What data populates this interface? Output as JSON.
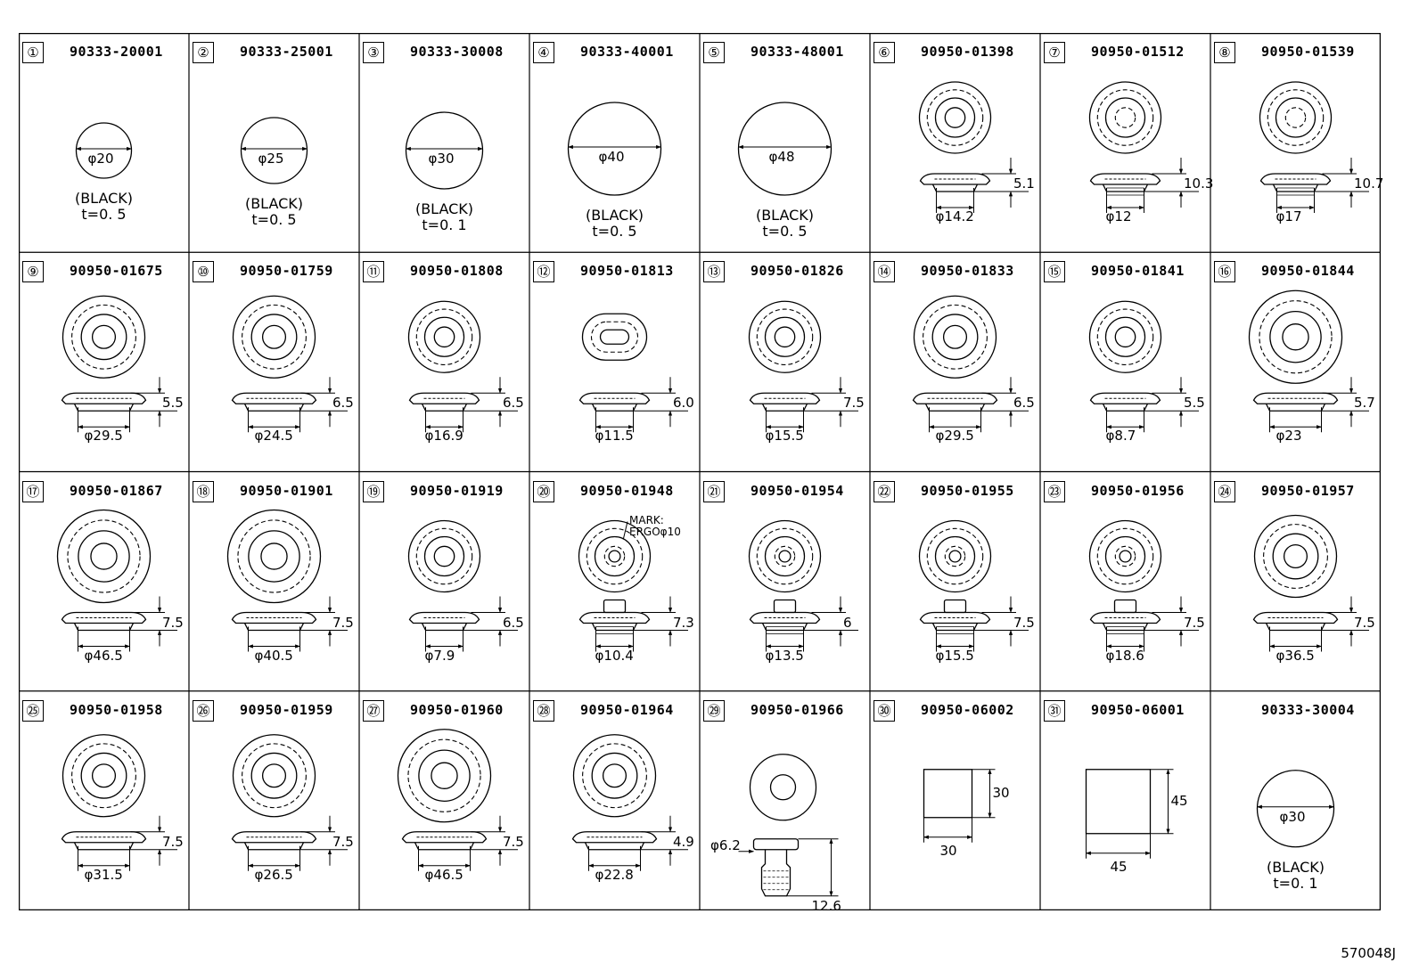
{
  "document_id": "570048J",
  "parts": [
    {
      "no": "①",
      "part": "90333-20001",
      "shape": "flat-disc",
      "diameter": "φ20",
      "note": [
        "(BLACK)",
        "t=0. 5"
      ]
    },
    {
      "no": "②",
      "part": "90333-25001",
      "shape": "flat-disc",
      "diameter": "φ25",
      "note": [
        "(BLACK)",
        "t=0. 5"
      ]
    },
    {
      "no": "③",
      "part": "90333-30008",
      "shape": "flat-disc",
      "diameter": "φ30",
      "note": [
        "(BLACK)",
        "t=0. 1"
      ]
    },
    {
      "no": "④",
      "part": "90333-40001",
      "shape": "flat-disc",
      "diameter": "φ40",
      "note": [
        "(BLACK)",
        "t=0. 5"
      ]
    },
    {
      "no": "⑤",
      "part": "90333-48001",
      "shape": "flat-disc",
      "diameter": "φ48",
      "note": [
        "(BLACK)",
        "t=0. 5"
      ]
    },
    {
      "no": "⑥",
      "part": "90950-01398",
      "shape": "plug",
      "diameter": "φ14.2",
      "height": "5.1"
    },
    {
      "no": "⑦",
      "part": "90950-01512",
      "shape": "ribbed-plug",
      "diameter": "φ12",
      "height": "10.3"
    },
    {
      "no": "⑧",
      "part": "90950-01539",
      "shape": "ribbed-plug",
      "diameter": "φ17",
      "height": "10.7"
    },
    {
      "no": "⑨",
      "part": "90950-01675",
      "shape": "plug",
      "diameter": "φ29.5",
      "height": "5.5"
    },
    {
      "no": "⑩",
      "part": "90950-01759",
      "shape": "plug",
      "diameter": "φ24.5",
      "height": "6.5"
    },
    {
      "no": "⑪",
      "part": "90950-01808",
      "shape": "plug",
      "diameter": "φ16.9",
      "height": "6.5"
    },
    {
      "no": "⑫",
      "part": "90950-01813",
      "shape": "oval-plug",
      "diameter": "φ11.5",
      "height": "6.0"
    },
    {
      "no": "⑬",
      "part": "90950-01826",
      "shape": "plug",
      "diameter": "φ15.5",
      "height": "7.5"
    },
    {
      "no": "⑭",
      "part": "90950-01833",
      "shape": "plug",
      "diameter": "φ29.5",
      "height": "6.5"
    },
    {
      "no": "⑮",
      "part": "90950-01841",
      "shape": "plug",
      "diameter": "φ8.7",
      "height": "5.5"
    },
    {
      "no": "⑯",
      "part": "90950-01844",
      "shape": "plug",
      "diameter": "φ23",
      "height": "5.7"
    },
    {
      "no": "⑰",
      "part": "90950-01867",
      "shape": "plug",
      "diameter": "φ46.5",
      "height": "7.5"
    },
    {
      "no": "⑱",
      "part": "90950-01901",
      "shape": "plug",
      "diameter": "φ40.5",
      "height": "7.5"
    },
    {
      "no": "⑲",
      "part": "90950-01919",
      "shape": "plug",
      "diameter": "φ7.9",
      "height": "6.5"
    },
    {
      "no": "⑳",
      "part": "90950-01948",
      "shape": "grommet",
      "diameter": "φ10.4",
      "height": "7.3",
      "mark": [
        "MARK:",
        "ERGOφ10"
      ]
    },
    {
      "no": "㉑",
      "part": "90950-01954",
      "shape": "grommet",
      "diameter": "φ13.5",
      "height": "6"
    },
    {
      "no": "㉒",
      "part": "90950-01955",
      "shape": "grommet",
      "diameter": "φ15.5",
      "height": "7.5"
    },
    {
      "no": "㉓",
      "part": "90950-01956",
      "shape": "grommet",
      "diameter": "φ18.6",
      "height": "7.5"
    },
    {
      "no": "㉔",
      "part": "90950-01957",
      "shape": "plug",
      "diameter": "φ36.5",
      "height": "7.5"
    },
    {
      "no": "㉕",
      "part": "90950-01958",
      "shape": "plug",
      "diameter": "φ31.5",
      "height": "7.5"
    },
    {
      "no": "㉖",
      "part": "90950-01959",
      "shape": "plug",
      "diameter": "φ26.5",
      "height": "7.5"
    },
    {
      "no": "㉗",
      "part": "90950-01960",
      "shape": "plug",
      "diameter": "φ46.5",
      "height": "7.5"
    },
    {
      "no": "㉘",
      "part": "90950-01964",
      "shape": "plug",
      "diameter": "φ22.8",
      "height": "4.9"
    },
    {
      "no": "㉙",
      "part": "90950-01966",
      "shape": "pin",
      "diameter": "φ6.2",
      "height": "12.6"
    },
    {
      "no": "㉚",
      "part": "90950-06002",
      "shape": "square-patch",
      "width": "30",
      "height": "30"
    },
    {
      "no": "㉛",
      "part": "90950-06001",
      "shape": "square-patch",
      "width": "45",
      "height": "45"
    },
    {
      "no": "",
      "part": "90333-30004",
      "shape": "flat-disc",
      "diameter": "φ30",
      "note": [
        "(BLACK)",
        "t=0. 1"
      ]
    }
  ]
}
